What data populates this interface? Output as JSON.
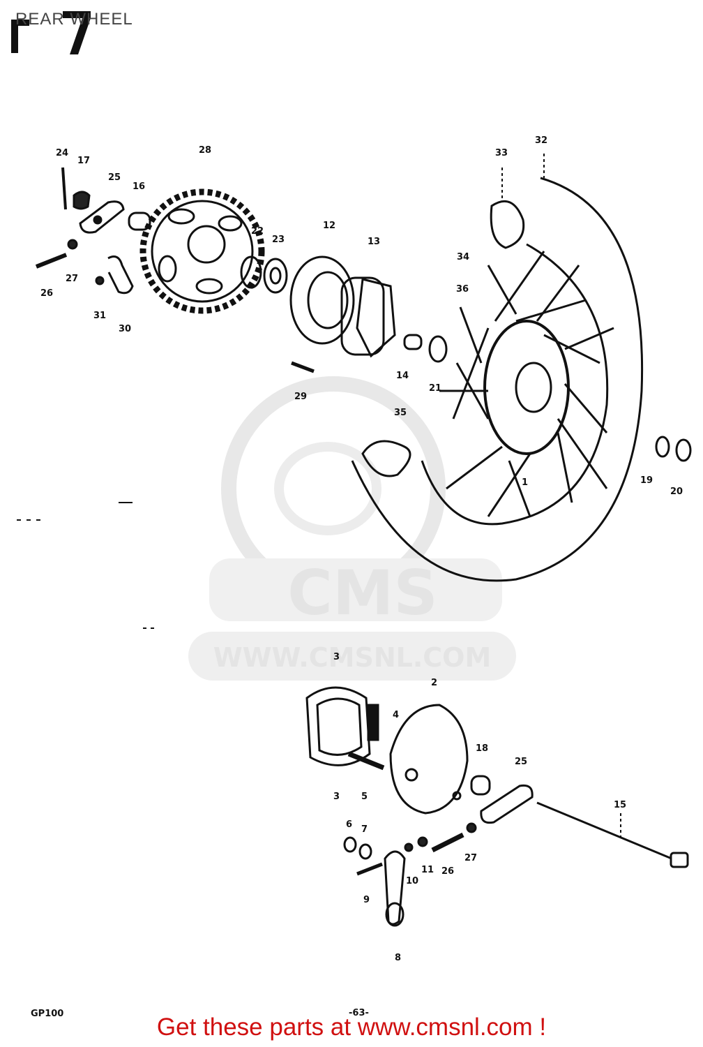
{
  "title": "REAR WHEEL",
  "model": "GP100",
  "page_number": "-63-",
  "footer": "Get these parts at www.cmsnl.com !",
  "watermark": {
    "brand": "CMS",
    "url": "WWW.CMSNL.COM"
  },
  "parts": [
    {
      "label": "1"
    },
    {
      "label": "2"
    },
    {
      "label": "3"
    },
    {
      "label": "3"
    },
    {
      "label": "4"
    },
    {
      "label": "5"
    },
    {
      "label": "6"
    },
    {
      "label": "7"
    },
    {
      "label": "8"
    },
    {
      "label": "9"
    },
    {
      "label": "10"
    },
    {
      "label": "11"
    },
    {
      "label": "12"
    },
    {
      "label": "13"
    },
    {
      "label": "14"
    },
    {
      "label": "15"
    },
    {
      "label": "16"
    },
    {
      "label": "17"
    },
    {
      "label": "18"
    },
    {
      "label": "19"
    },
    {
      "label": "20"
    },
    {
      "label": "21"
    },
    {
      "label": "22"
    },
    {
      "label": "23"
    },
    {
      "label": "24"
    },
    {
      "label": "25"
    },
    {
      "label": "25"
    },
    {
      "label": "26"
    },
    {
      "label": "26"
    },
    {
      "label": "27"
    },
    {
      "label": "27"
    },
    {
      "label": "28"
    },
    {
      "label": "29"
    },
    {
      "label": "30"
    },
    {
      "label": "31"
    },
    {
      "label": "32"
    },
    {
      "label": "33"
    },
    {
      "label": "34"
    },
    {
      "label": "35"
    },
    {
      "label": "36"
    }
  ],
  "colors": {
    "footer": "#d01010",
    "line": "#111111",
    "watermark": "#e4e4e4"
  }
}
